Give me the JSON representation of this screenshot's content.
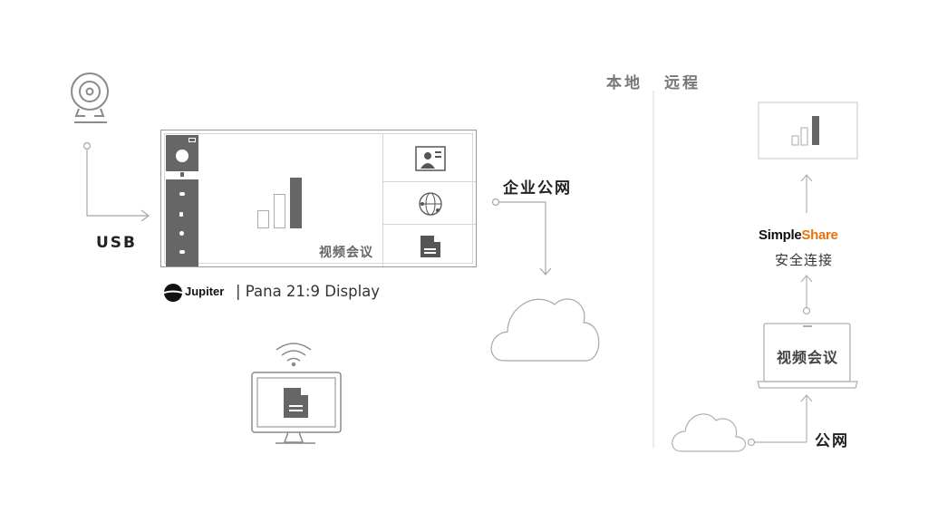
{
  "labels": {
    "usb": "USB",
    "enterprise_network": "企业公网",
    "local": "本地",
    "remote": "远程",
    "public_network": "公网",
    "video_conference": "视频会议",
    "laptop_video_conference": "视频会议",
    "secure_connection": "安全连接"
  },
  "brand": {
    "jupiter": "Jupiter",
    "product": "| Pana 21:9 Display",
    "simpleshare_prefix": "Simple",
    "simpleshare_suffix": "Share"
  },
  "colors": {
    "line": "#a8a8a8",
    "dark_gray": "#666666",
    "accent_orange": "#e8730c"
  },
  "icons": [
    "webcam-icon",
    "cloud-icon",
    "wifi-icon",
    "monitor-icon",
    "document-icon",
    "globe-icon",
    "contact-card-icon",
    "signal-bars-icon",
    "laptop-icon"
  ]
}
